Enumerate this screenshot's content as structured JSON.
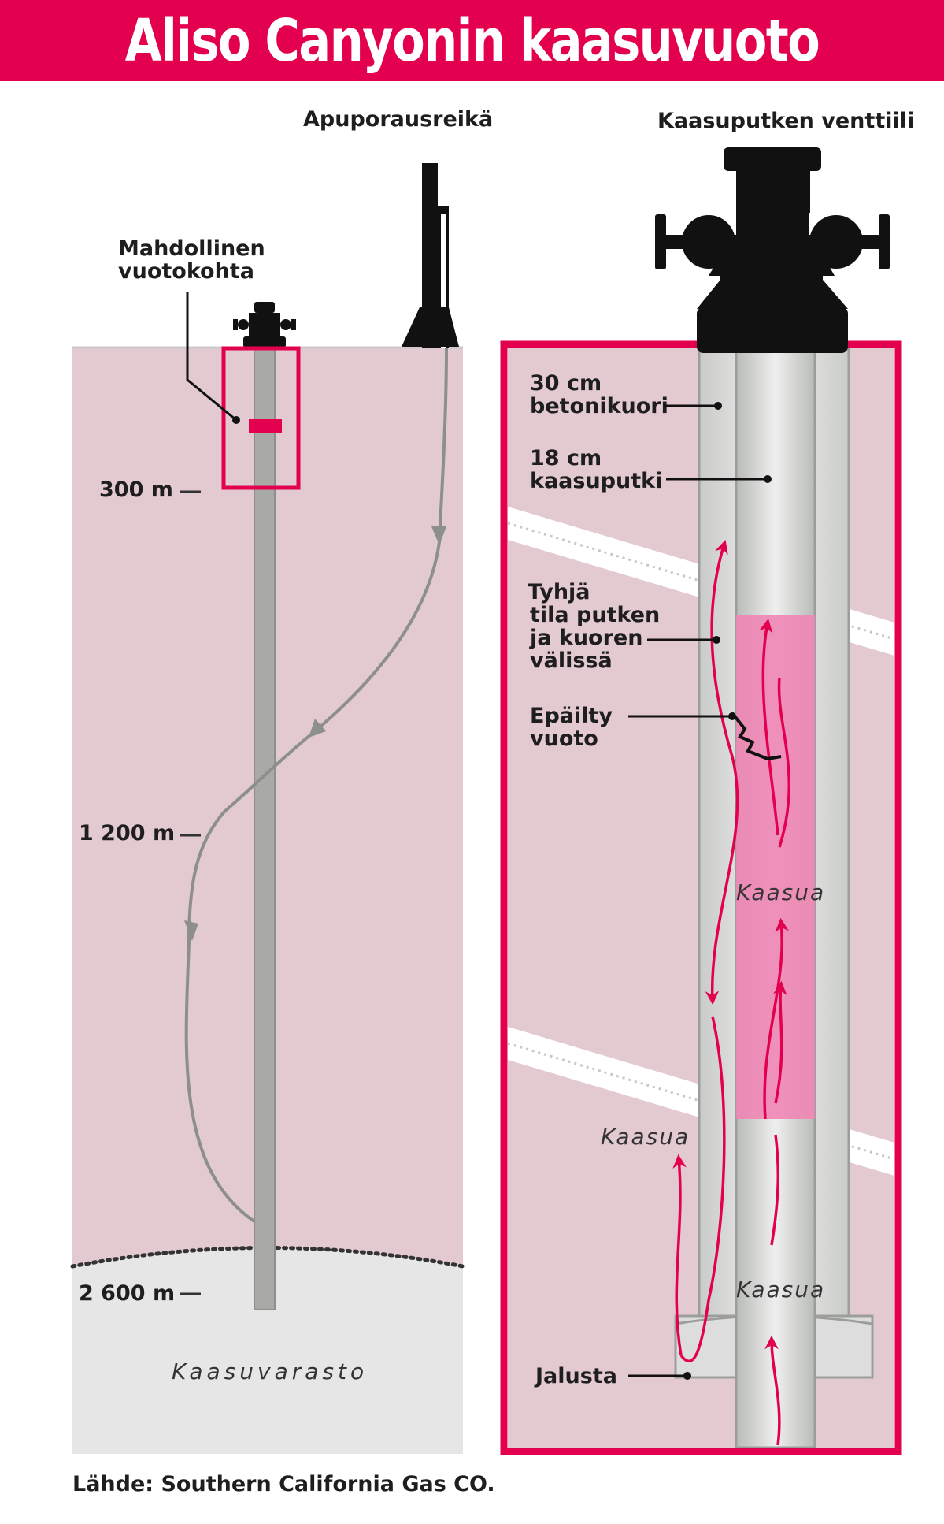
{
  "title": "Aliso Canyonin kaasuvuoto",
  "colors": {
    "accent": "#e3004f",
    "ground": "#e3c9d0",
    "reservoir": "#e6e6e6",
    "pipe": "#a9aaa6",
    "gas_fill": "#ee86b4",
    "arrow_gray": "#8c8f8c"
  },
  "left_panel": {
    "relief_well_label": "Apuporausreikä",
    "possible_leak_label": [
      "Mahdollinen",
      "vuotokohta"
    ],
    "depth_labels": [
      "300 m",
      "1 200 m",
      "2 600 m"
    ],
    "reservoir_label": "Kaasuvarasto"
  },
  "right_panel": {
    "valve_label": "Kaasuputken venttiili",
    "casing_label": [
      "30 cm",
      "betonikuori"
    ],
    "pipe_label": [
      "18 cm",
      "kaasuputki"
    ],
    "annulus_label": [
      "Tyhjä",
      "tila putken",
      "ja kuoren",
      "välissä"
    ],
    "leak_label": [
      "Epäilty",
      "vuoto"
    ],
    "gas_labels": [
      "Kaasua",
      "Kaasua",
      "Kaasua"
    ],
    "base_label": "Jalusta"
  },
  "source": "Lähde: Southern California Gas CO."
}
